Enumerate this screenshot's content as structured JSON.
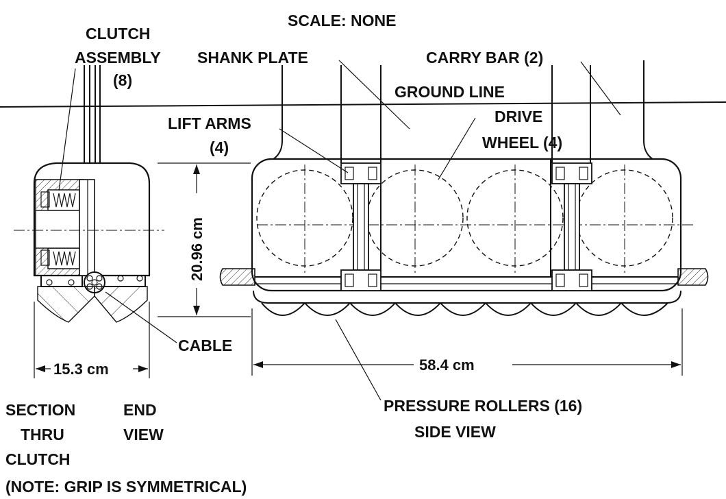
{
  "labels": {
    "scale": "SCALE: NONE",
    "clutch_line1": "CLUTCH",
    "clutch_line2": "ASSEMBLY",
    "clutch_line3": "(8)",
    "shank_plate": "SHANK PLATE",
    "carry_bar": "CARRY BAR (2)",
    "ground_line": "GROUND LINE",
    "lift_arms_line1": "LIFT ARMS",
    "lift_arms_line2": "(4)",
    "drive_wheel_line1": "DRIVE",
    "drive_wheel_line2": "WHEEL (4)",
    "height_dim": "20.96 cm",
    "cable": "CABLE",
    "width_dim": "15.3 cm",
    "length_dim": "58.4 cm",
    "section_line1": "SECTION",
    "section_line2": "THRU",
    "section_line3": "CLUTCH",
    "end_line1": "END",
    "end_line2": "VIEW",
    "rollers": "PRESSURE ROLLERS (16)",
    "side_view": "SIDE VIEW",
    "note": "(NOTE:  GRIP IS SYMMETRICAL)"
  }
}
